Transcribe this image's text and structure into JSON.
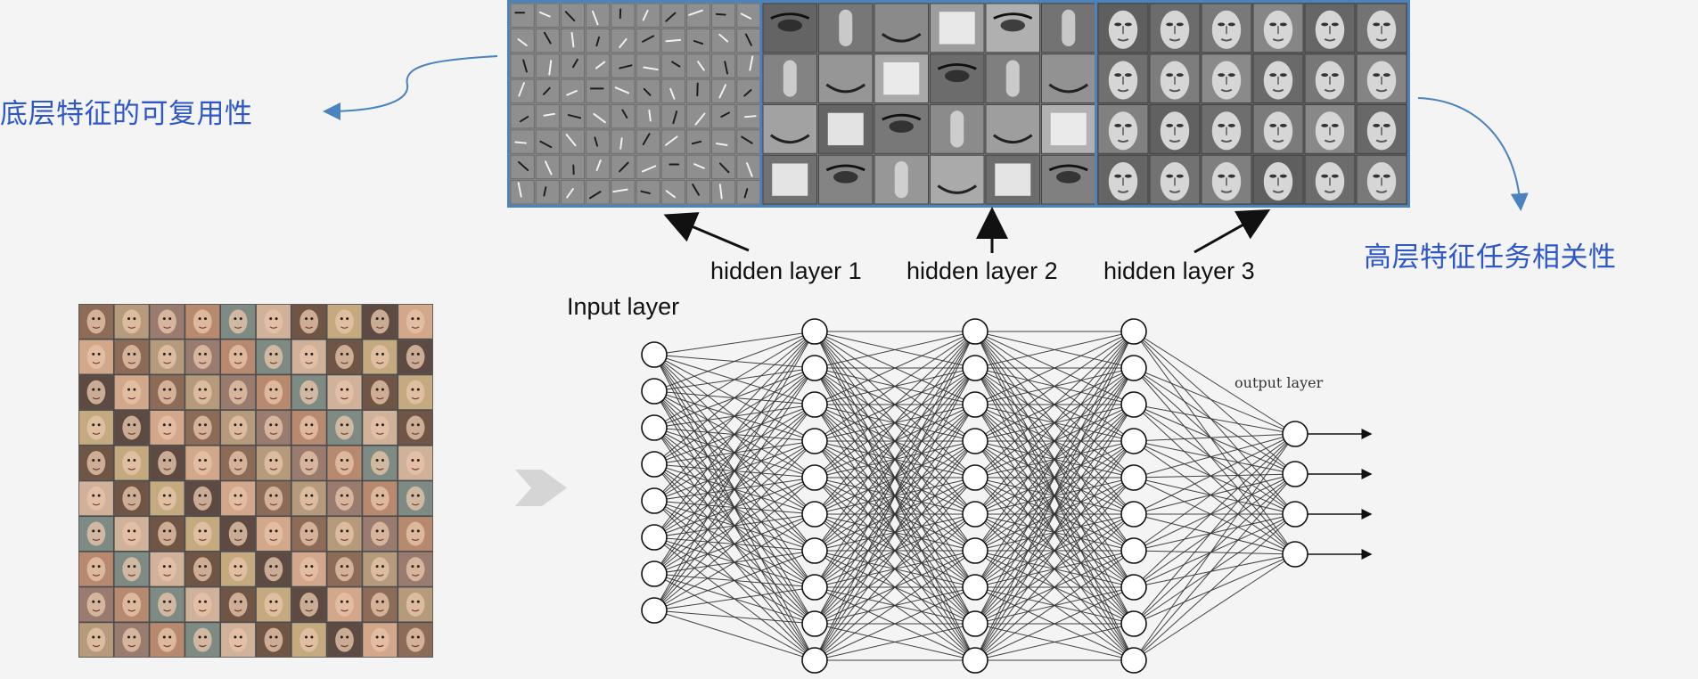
{
  "annotations": {
    "left_label": "底层特征的可复用性",
    "right_label": "高层特征任务相关性"
  },
  "layer_labels": {
    "input": "Input layer",
    "hidden1": "hidden layer 1",
    "hidden2": "hidden layer 2",
    "hidden3": "hidden layer 3",
    "output": "output layer"
  },
  "colors": {
    "annotation_blue": "#2e57c9",
    "panel_border": "#4b83bf",
    "arrow_gray": "#bdbdbd",
    "network_line": "#333333"
  },
  "network": {
    "input_nodes": 8,
    "hidden1_nodes": 10,
    "hidden2_nodes": 10,
    "hidden3_nodes": 10,
    "output_nodes": 4
  }
}
